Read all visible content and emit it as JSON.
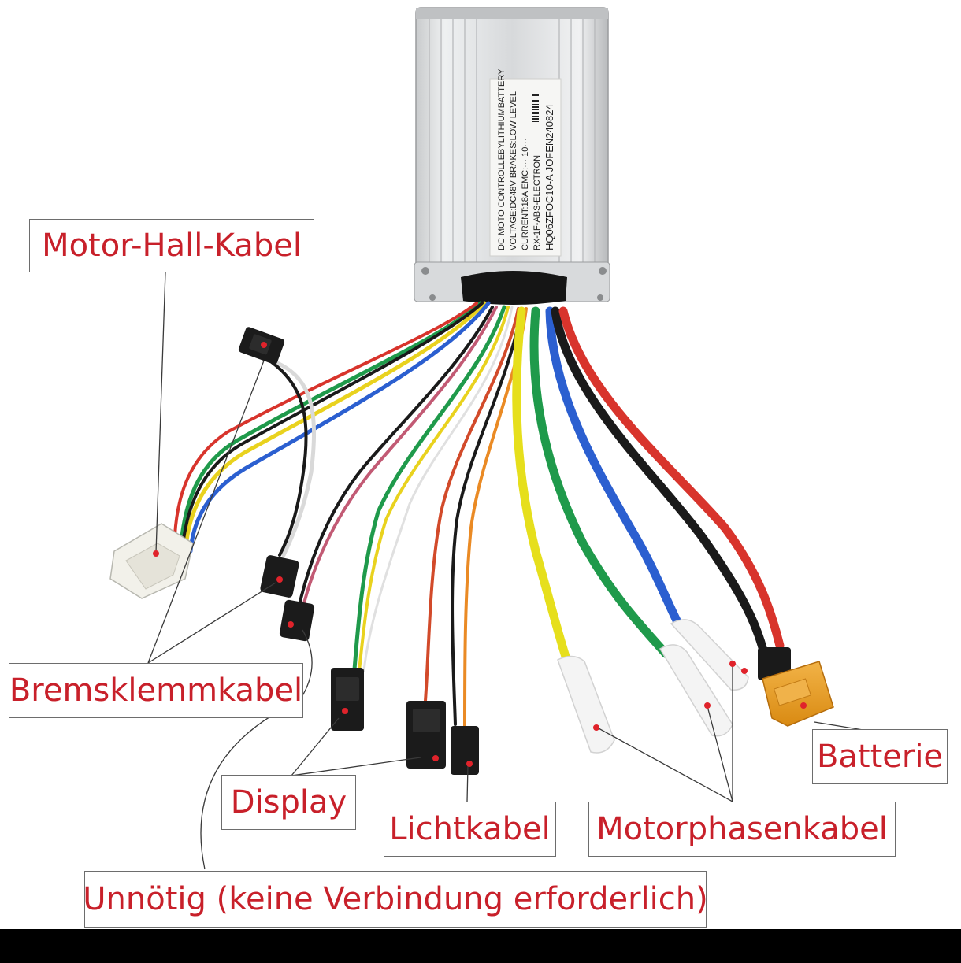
{
  "colors": {
    "label_text": "#c8202a",
    "label_border": "#6d6d6d",
    "leader_line": "#3a3a3a",
    "marker_dot": "#e0232b",
    "bottom_bar": "#000000"
  },
  "controller": {
    "label_lines": [
      "DC MOTO CONTROLLEBYLITHIUMBATTERY",
      "VOLTAGE:DC48V     BRAKES:LOW LEVEL",
      "CURRENT:18A         EMC:··· 10···",
      "RX-1F-ABS-ELECTRON",
      "HQ06ZFOC10-A           JOFEN240824"
    ]
  },
  "labels": {
    "motor_hall": "Motor-Hall-Kabel",
    "brake": "Bremsklemmkabel",
    "display": "Display",
    "light": "Lichtkabel",
    "motor_phase": "Motorphasenkabel",
    "battery": "Batterie",
    "unnecessary": "Unnötig (keine Verbindung erforderlich)"
  }
}
